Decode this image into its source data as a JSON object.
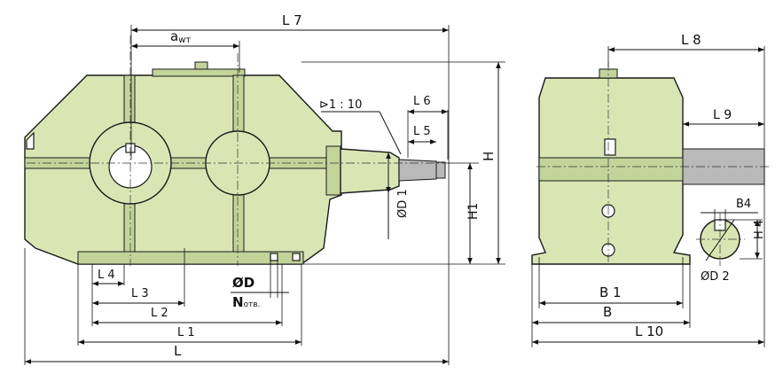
{
  "labels": {
    "L7": "L 7",
    "aw": "a",
    "aw_sub": "wт",
    "taper": "⊳1 : 10",
    "L6": "L 6",
    "L5": "L 5",
    "H": "H",
    "H1": "H1",
    "D1": "ØD 1",
    "L4": "L 4",
    "L3": "L 3",
    "L2": "L 2",
    "L1": "L 1",
    "L": "L",
    "D": "ØD",
    "N": "N",
    "N_sub": "отв.",
    "L8": "L 8",
    "L9": "L 9",
    "B4": "B4",
    "H4": "H 4",
    "D2": "ØD 2",
    "B1": "B 1",
    "B": "B",
    "L10": "L 10"
  },
  "colors": {
    "body": "#d9e6b3",
    "shaft": "#b9b9b9",
    "line": "#1a1a1a"
  }
}
